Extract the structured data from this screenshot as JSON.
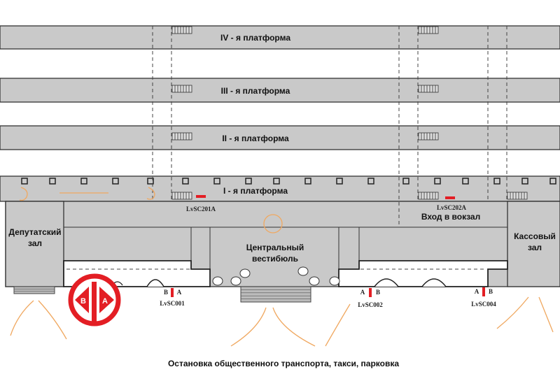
{
  "platforms": [
    {
      "label": "IV - я  платформа"
    },
    {
      "label": "III - я  платформа"
    },
    {
      "label": "II - я  платформа"
    },
    {
      "label": "I - я  платформа"
    }
  ],
  "rooms": {
    "deputy_hall": [
      "Депутатский",
      "зал"
    ],
    "central_lobby": [
      "Центральный",
      "вестибюль"
    ],
    "station_entrance": "Вход в вокзал",
    "ticket_hall": [
      "Кассовый",
      "зал"
    ]
  },
  "sensors": [
    {
      "code": "LvSC201A"
    },
    {
      "code": "LvSC202A"
    },
    {
      "code": "LvSC001",
      "left": "B",
      "right": "A"
    },
    {
      "code": "LvSC002",
      "left": "A",
      "right": "B"
    },
    {
      "code": "LvSC004",
      "left": "A",
      "right": "B"
    }
  ],
  "logo": {
    "left": "B",
    "right": "A"
  },
  "footer": "Остановка общественного транспорта, такси, парковка",
  "colors": {
    "fill": "#c9c9c9",
    "sensor": "#e31e24",
    "arrow": "#f0a860"
  }
}
